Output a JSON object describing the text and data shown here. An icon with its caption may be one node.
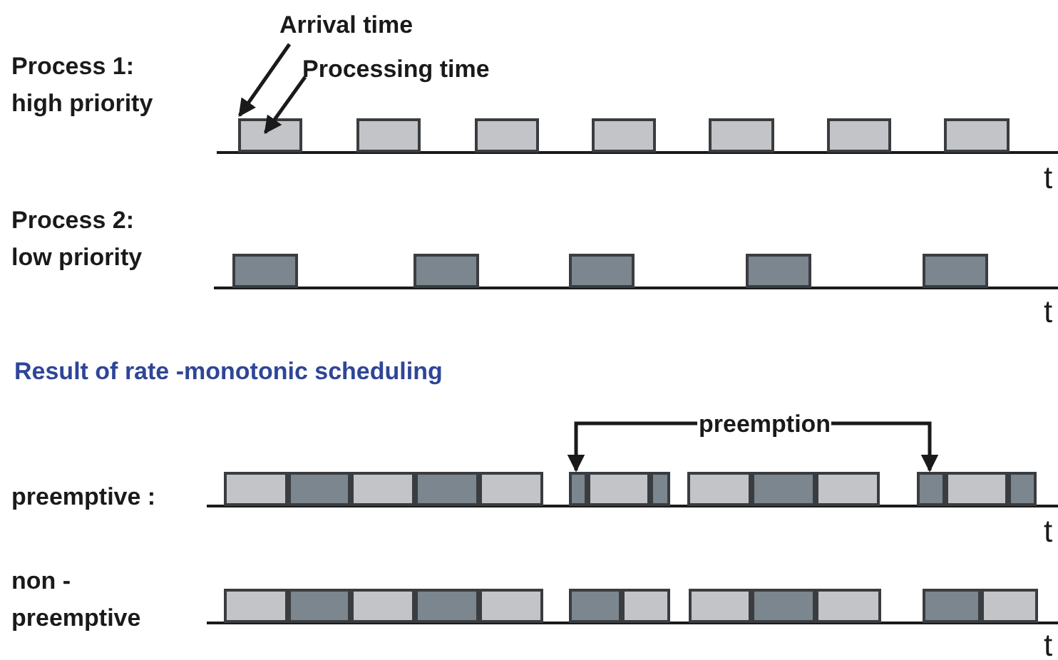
{
  "diagram": {
    "nodes": [
      {
        "text": [
          "Arrival time"
        ]
      },
      {
        "text": [
          "Processing time"
        ]
      },
      {
        "text": [],
        "shape": "box"
      },
      {
        "text": [],
        "shape": "box"
      },
      {
        "text": [],
        "shape": "box"
      },
      {
        "text": [],
        "shape": "box"
      },
      {
        "text": [],
        "shape": "box"
      },
      {
        "text": [],
        "shape": "box"
      },
      {
        "text": [],
        "shape": "box"
      },
      {
        "text": [],
        "shape": "box"
      },
      {
        "text": [],
        "shape": "box"
      },
      {
        "text": [],
        "shape": "box"
      },
      {
        "text": [],
        "shape": "box"
      },
      {
        "text": [],
        "shape": "box"
      },
      {
        "text": [
          "preemption"
        ]
      },
      {
        "text": [],
        "shape": "box"
      },
      {
        "text": [],
        "shape": "box"
      },
      {
        "text": [],
        "shape": "box"
      },
      {
        "text": [],
        "shape": "box"
      },
      {
        "text": [],
        "shape": "box"
      },
      {
        "text": [],
        "shape": "box"
      },
      {
        "text": [],
        "shape": "box"
      },
      {
        "text": [],
        "shape": "box"
      },
      {
        "text": [],
        "shape": "box"
      },
      {
        "text": [],
        "shape": "box"
      },
      {
        "text": [],
        "shape": "box"
      },
      {
        "text": [],
        "shape": "box"
      },
      {
        "text": [],
        "shape": "box"
      },
      {
        "text": [],
        "shape": "box"
      },
      {
        "text": [],
        "shape": "box"
      },
      {
        "text": [],
        "shape": "box"
      },
      {
        "text": [],
        "shape": "box"
      },
      {
        "text": [],
        "shape": "box"
      },
      {
        "text": [],
        "shape": "box"
      },
      {
        "text": [],
        "shape": "box"
      },
      {
        "text": [],
        "shape": "box"
      },
      {
        "text": [],
        "shape": "box"
      },
      {
        "text": [],
        "shape": "box"
      },
      {
        "text": [],
        "shape": "box"
      },
      {
        "text": [],
        "shape": "box"
      },
      {
        "text": [],
        "shape": "box"
      }
    ],
    "edges": [
      {
        "from": 0,
        "to": 2,
        "arrow": "to"
      },
      {
        "from": 1,
        "to": 2,
        "arrow": "to"
      },
      {
        "from": 14,
        "to": 20,
        "arrow": "to"
      },
      {
        "from": 14,
        "to": 26,
        "arrow": "to"
      }
    ],
    "labels": [
      "Process 1: high priority",
      "t",
      "Process 2: low priority",
      "t",
      "Result of rate -monotonic scheduling",
      "preemptive :",
      "t",
      "non - preemptive",
      "t"
    ]
  }
}
